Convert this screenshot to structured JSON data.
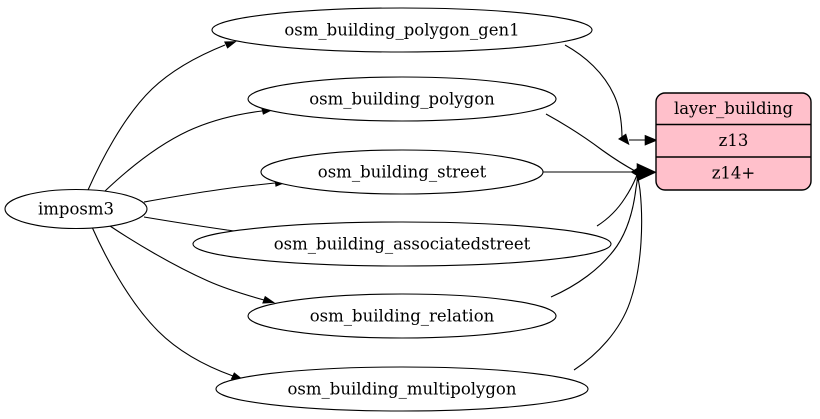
{
  "diagram": {
    "type": "directed-graph",
    "title": "imposm3 building layer dependency graph",
    "background_color": "#ffffff",
    "source_node": {
      "id": "imposm3",
      "label": "imposm3",
      "shape": "ellipse",
      "fill": "#ffffff",
      "stroke": "#000000"
    },
    "table_nodes": [
      {
        "id": "osm_building_polygon_gen1",
        "label": "osm_building_polygon_gen1",
        "shape": "ellipse",
        "fill": "#ffffff",
        "stroke": "#000000"
      },
      {
        "id": "osm_building_polygon",
        "label": "osm_building_polygon",
        "shape": "ellipse",
        "fill": "#ffffff",
        "stroke": "#000000"
      },
      {
        "id": "osm_building_street",
        "label": "osm_building_street",
        "shape": "ellipse",
        "fill": "#ffffff",
        "stroke": "#000000"
      },
      {
        "id": "osm_building_associatedstreet",
        "label": "osm_building_associatedstreet",
        "shape": "ellipse",
        "fill": "#ffffff",
        "stroke": "#000000"
      },
      {
        "id": "osm_building_relation",
        "label": "osm_building_relation",
        "shape": "ellipse",
        "fill": "#ffffff",
        "stroke": "#000000"
      },
      {
        "id": "osm_building_multipolygon",
        "label": "osm_building_multipolygon",
        "shape": "ellipse",
        "fill": "#ffffff",
        "stroke": "#000000"
      }
    ],
    "layer_node": {
      "id": "layer_building",
      "shape": "record",
      "fill": "#ffc0cb",
      "stroke": "#000000",
      "rows": [
        {
          "id": "layer-title",
          "label": "layer_building"
        },
        {
          "id": "zoom-z13",
          "label": "z13"
        },
        {
          "id": "zoom-z14plus",
          "label": "z14+"
        }
      ]
    },
    "edges": [
      {
        "from": "imposm3",
        "to": "osm_building_polygon_gen1"
      },
      {
        "from": "imposm3",
        "to": "osm_building_polygon"
      },
      {
        "from": "imposm3",
        "to": "osm_building_street"
      },
      {
        "from": "imposm3",
        "to": "osm_building_associatedstreet"
      },
      {
        "from": "imposm3",
        "to": "osm_building_relation"
      },
      {
        "from": "imposm3",
        "to": "osm_building_multipolygon"
      },
      {
        "from": "osm_building_polygon_gen1",
        "to": "layer_building:z13"
      },
      {
        "from": "osm_building_polygon",
        "to": "layer_building:z14+"
      },
      {
        "from": "osm_building_street",
        "to": "layer_building:z14+"
      },
      {
        "from": "osm_building_associatedstreet",
        "to": "layer_building:z14+"
      },
      {
        "from": "osm_building_relation",
        "to": "layer_building:z14+"
      },
      {
        "from": "osm_building_multipolygon",
        "to": "layer_building:z14+"
      }
    ]
  }
}
